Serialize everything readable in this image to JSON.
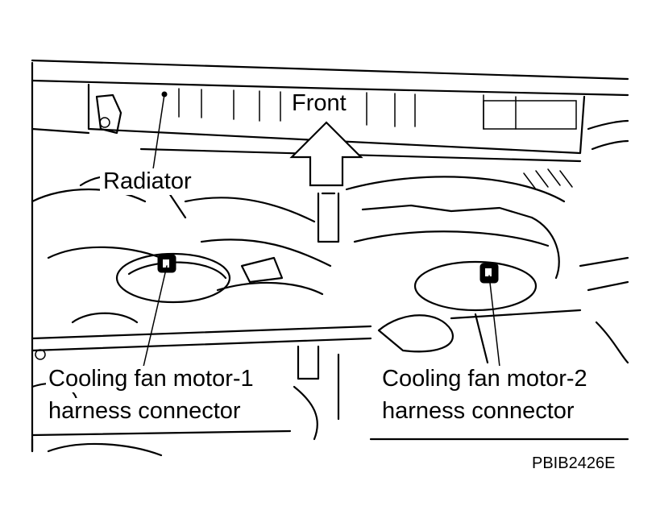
{
  "labels": {
    "front": "Front",
    "radiator": "Radiator",
    "fan_motor_1_line1": "Cooling fan motor-1",
    "fan_motor_1_line2": "harness connector",
    "fan_motor_2_line1": "Cooling fan motor-2",
    "fan_motor_2_line2": "harness connector",
    "reference_code": "PBIB2426E"
  },
  "icons": {
    "front_arrow": "up-arrow-icon",
    "connector_1": "connector-icon",
    "connector_2": "connector-icon"
  },
  "colors": {
    "line": "#000000",
    "background": "#ffffff"
  }
}
